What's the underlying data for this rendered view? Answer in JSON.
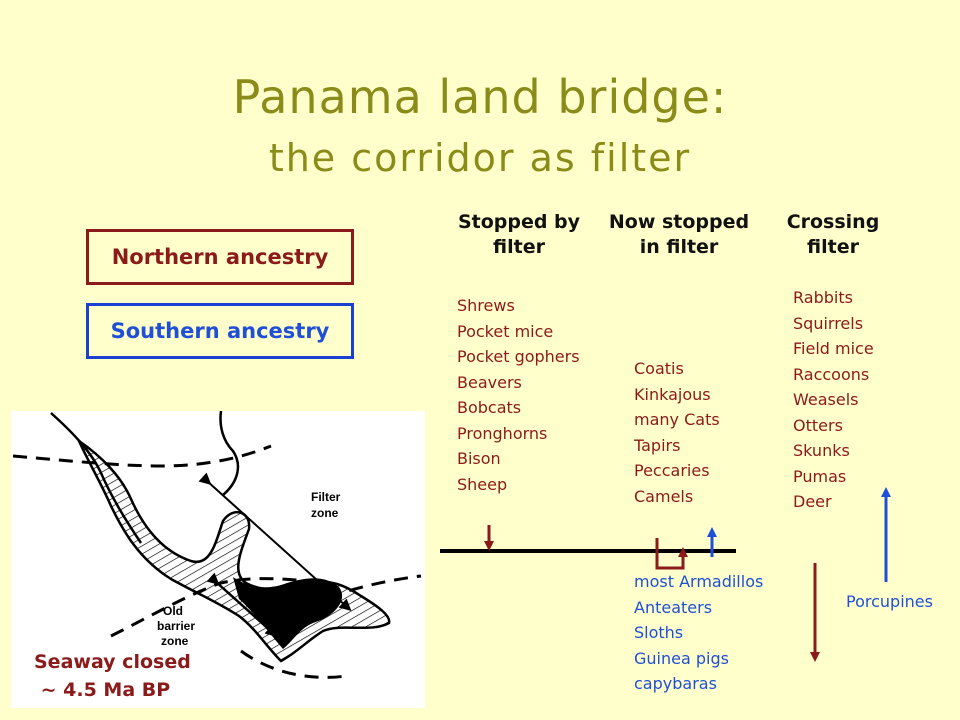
{
  "title": {
    "line1": "Panama land bridge:",
    "line2": "the corridor as filter"
  },
  "legend": {
    "north": "Northern ancestry",
    "south": "Southern ancestry"
  },
  "columns": {
    "stopped": {
      "line1": "Stopped by",
      "line2": "filter"
    },
    "now_stopped": {
      "line1": "Now stopped",
      "line2": "in filter"
    },
    "crossing": {
      "line1": "Crossing",
      "line2": "filter"
    }
  },
  "lists": {
    "stopped_north": [
      "Shrews",
      "Pocket mice",
      "Pocket gophers",
      "Beavers",
      "Bobcats",
      "Pronghorns",
      "Bison",
      "Sheep"
    ],
    "now_stopped_north": [
      "Coatis",
      "Kinkajous",
      "many Cats",
      "Tapirs",
      "Peccaries",
      "Camels"
    ],
    "crossing_north": [
      "Rabbits",
      "Squirrels",
      "Field mice",
      "Raccoons",
      "Weasels",
      "Otters",
      "Skunks",
      "Pumas",
      "Deer"
    ],
    "south_below": [
      "most Armadillos",
      "Anteaters",
      "Sloths",
      "Guinea pigs",
      "capybaras"
    ],
    "south_crossing": "Porcupines"
  },
  "map": {
    "filter_zone_label": "Filter\nzone",
    "barrier_label": "Old\nbarrier\nzone",
    "caption": "Seaway closed\n ~ 4.5 Ma BP"
  },
  "colors": {
    "background": "#FFFFCC",
    "title": "#8B8B1A",
    "northern": "#8B1A1A",
    "southern": "#1F4FD6"
  }
}
